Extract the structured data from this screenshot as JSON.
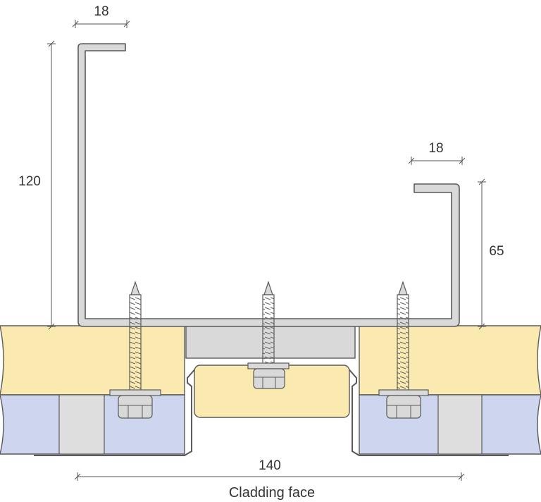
{
  "dimensions": {
    "top_flange_width": "18",
    "profile_height": "120",
    "right_flange_width": "18",
    "right_leg_height": "65",
    "overall_width": "140"
  },
  "caption": "Cladding face",
  "colors": {
    "insulation": "#fbeab0",
    "board": "#cdd6ee",
    "steel": "#d9d9d9",
    "outline": "#5a5a5a",
    "dimension_line": "#555555"
  }
}
